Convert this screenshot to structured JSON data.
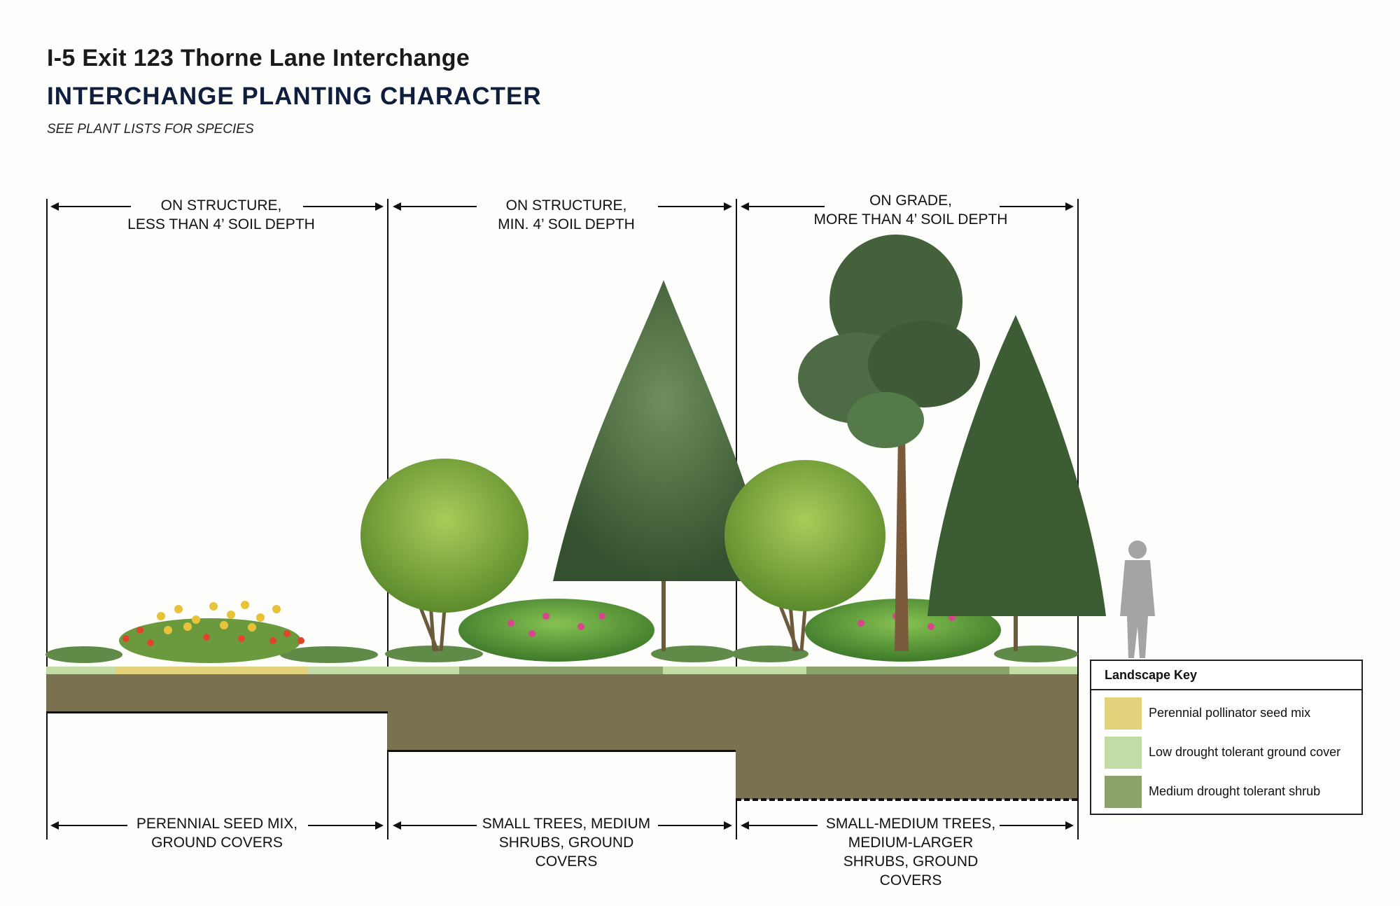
{
  "header": {
    "title": "I-5 Exit 123 Thorne Lane Interchange",
    "subtitle": "INTERCHANGE PLANTING CHARACTER",
    "note": "SEE PLANT LISTS FOR SPECIES"
  },
  "zones": [
    {
      "top_line1": "ON STRUCTURE,",
      "top_line2": "LESS THAN 4’ SOIL DEPTH",
      "bottom_line1": "PERENNIAL SEED MIX,",
      "bottom_line2": "GROUND COVERS",
      "bottom_line3": "",
      "bottom_line4": ""
    },
    {
      "top_line1": "ON STRUCTURE,",
      "top_line2": "MIN. 4’ SOIL DEPTH",
      "bottom_line1": "SMALL TREES, MEDIUM",
      "bottom_line2": "SHRUBS, GROUND",
      "bottom_line3": "COVERS",
      "bottom_line4": ""
    },
    {
      "top_line1": "ON GRADE,",
      "top_line2": "MORE THAN 4’ SOIL DEPTH",
      "bottom_line1": "SMALL-MEDIUM TREES,",
      "bottom_line2": "MEDIUM-LARGER",
      "bottom_line3": "SHRUBS, GROUND",
      "bottom_line4": "COVERS"
    }
  ],
  "legend": {
    "title": "Landscape Key",
    "items": [
      {
        "label": "Perennial pollinator seed mix",
        "color": "#e3d27c"
      },
      {
        "label": "Low drought tolerant ground cover",
        "color": "#c3dba4"
      },
      {
        "label": "Medium drought tolerant shrub",
        "color": "#8ca26b"
      }
    ]
  },
  "colors": {
    "soil": "#7a7150",
    "seed_mix": "#e3d27c",
    "ground_cover": "#c3dba4",
    "shrub": "#8ca26b",
    "title_navy": "#0f1e3d"
  }
}
